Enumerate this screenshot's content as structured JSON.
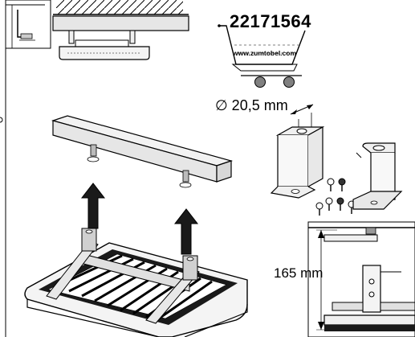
{
  "order": {
    "part_number": "22171564",
    "website": "www.zumtobel.com"
  },
  "dimensions": {
    "bracket_hole_diameter": "∅ 20,5 mm",
    "suspension_height": "165 mm"
  },
  "icons": {
    "order_cart": "shopping-cart-icon",
    "ceiling_mount": "ceiling-mount-icon"
  },
  "colors": {
    "line": "#000000",
    "arrow_fill": "#1a1a1a",
    "cart_wheel": "#808080",
    "metal": "#f0f0f0",
    "rail": "#e6e6e6"
  }
}
